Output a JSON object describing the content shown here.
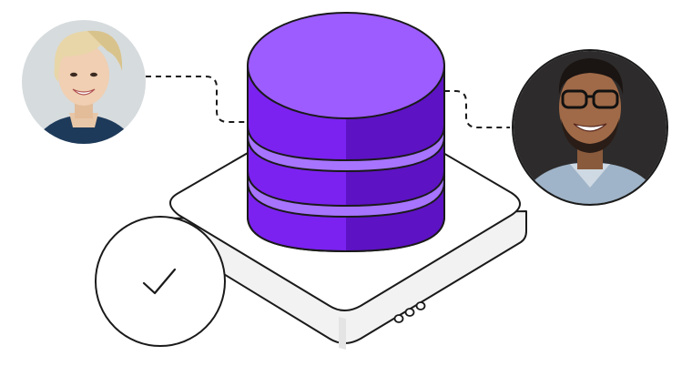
{
  "illustration": {
    "colors": {
      "cylinder_top": "#9d5cff",
      "cylinder_body": "#7b22f0",
      "cylinder_shade": "#5d12c4",
      "cylinder_band": "#a774ff",
      "outline": "#1a1a1a",
      "base_top": "#ffffff",
      "base_side": "#f2f2f2",
      "woman_bg": "#d6dbdd",
      "man_bg": "#2d2b2b"
    },
    "icons": [
      "check-icon",
      "status-dots-icon",
      "connector-line-left",
      "connector-line-right"
    ],
    "people": [
      {
        "role": "user-avatar-left"
      },
      {
        "role": "user-avatar-right"
      }
    ]
  }
}
